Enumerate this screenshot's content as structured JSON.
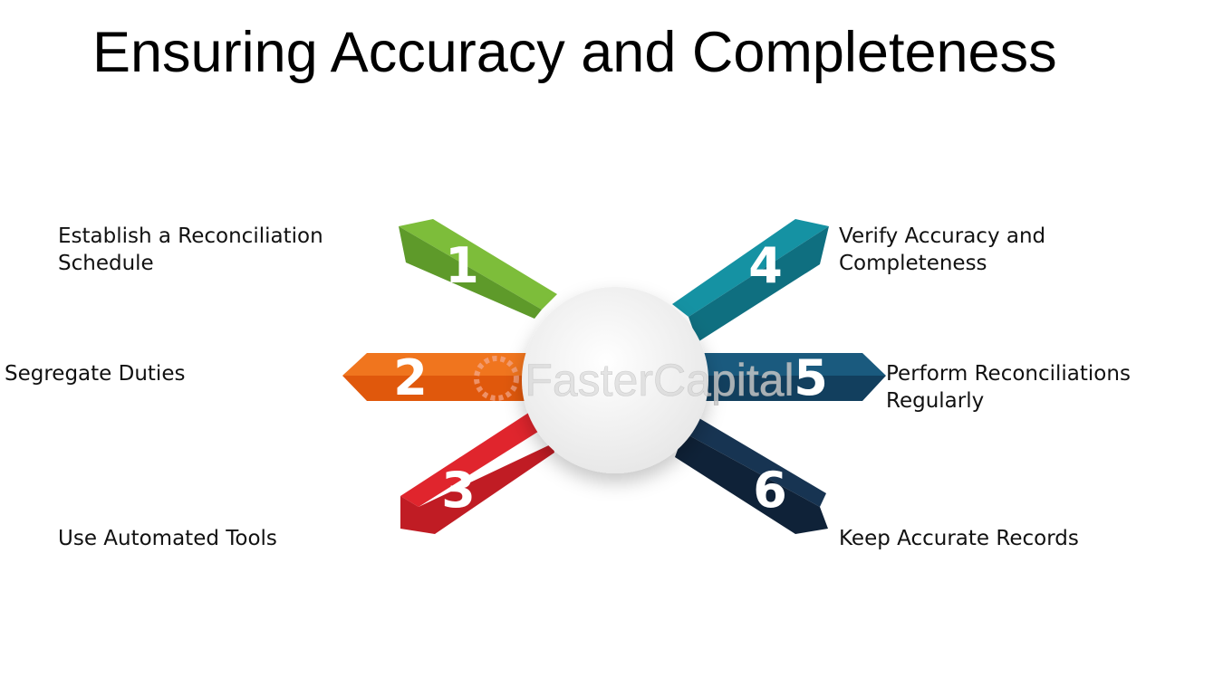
{
  "title": "Ensuring Accuracy and Completeness",
  "watermark": "FasterCapital",
  "colors": {
    "step1": "#7dbd3a",
    "step2": "#f0751e",
    "step3": "#e0252d",
    "step4": "#1592a3",
    "step5": "#1a5a7e",
    "step6": "#173452",
    "hub": "#f2f2f2"
  },
  "steps": [
    {
      "number": "1",
      "label": "Establish a Reconciliation\nSchedule"
    },
    {
      "number": "2",
      "label": "Segregate Duties"
    },
    {
      "number": "3",
      "label": "Use Automated Tools"
    },
    {
      "number": "4",
      "label": "Verify Accuracy and\nCompleteness"
    },
    {
      "number": "5",
      "label": "Perform Reconciliations\nRegularly"
    },
    {
      "number": "6",
      "label": "Keep Accurate Records"
    }
  ]
}
